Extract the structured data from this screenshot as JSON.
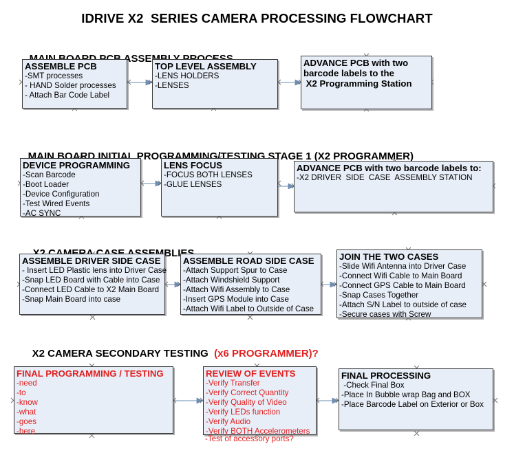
{
  "document": {
    "title": "IDRIVE X2  SERIES CAMERA PROCESSING FLOWCHART"
  },
  "sections": [
    {
      "id": "main-board-pcb-assembly",
      "heading": "MAIN BOARD PCB ASSEMBLY PROCESS",
      "heading_accent": "",
      "nodes": [
        {
          "id": "assemble-pcb",
          "title": "ASSEMBLE PCB",
          "lines": [
            "-SMT processes",
            "- HAND Solder processes",
            "- Attach Bar Code Label"
          ],
          "color": "black"
        },
        {
          "id": "top-level-assembly",
          "title": "TOP LEVEL ASSEMBLY",
          "lines": [
            "-LENS HOLDERS",
            "-LENSES"
          ],
          "color": "black"
        },
        {
          "id": "advance-pcb-to-x2-programming-station",
          "title": "ADVANCE PCB with two",
          "lines": [
            "barcode labels to the",
            " X2 Programming Station"
          ],
          "color": "black"
        }
      ]
    },
    {
      "id": "main-board-initial-programming",
      "heading": "MAIN BOARD INITIAL PROGRAMMING/TESTING STAGE 1 (X2 PROGRAMMER)",
      "heading_accent": "",
      "nodes": [
        {
          "id": "device-programming",
          "title": "DEVICE PROGRAMMING",
          "lines": [
            "-Scan Barcode",
            "-Boot Loader",
            "-Device Configuration",
            "-Test Wired Events",
            "-AC SYNC"
          ],
          "color": "black"
        },
        {
          "id": "lens-focus",
          "title": "LENS FOCUS",
          "lines": [
            "-FOCUS BOTH LENSES",
            "-GLUE LENSES"
          ],
          "color": "black"
        },
        {
          "id": "advance-pcb-to-driver-side-case-assembly",
          "title": "ADVANCE PCB with two barcode labels to:",
          "lines": [
            "-X2 DRIVER  SIDE  CASE  ASSEMBLY STATION"
          ],
          "color": "black"
        }
      ]
    },
    {
      "id": "x2-camera-case-assemblies",
      "heading": "X2 CAMERA CASE ASSEMBLIES",
      "heading_accent": "",
      "nodes": [
        {
          "id": "assemble-driver-side-case",
          "title": "ASSEMBLE DRIVER SIDE CASE",
          "lines": [
            "- Insert LED Plastic lens into Driver Case",
            "-Snap LED Board with Cable into Case",
            "-Connect LED Cable to X2 Main Board",
            "-Snap Main Board into case"
          ],
          "color": "black"
        },
        {
          "id": "assemble-road-side-case",
          "title": "ASSEMBLE ROAD SIDE CASE",
          "lines": [
            "-Attach Support Spur to Case",
            "-Attach Windshield Support",
            "-Attach Wifi Assembly to Case",
            "-Insert GPS Module into Case",
            "-Attach Wifi Label to Outside of Case"
          ],
          "color": "black"
        },
        {
          "id": "join-the-two-cases",
          "title": "JOIN THE TWO CASES",
          "lines": [
            "-Slide Wifi Antenna into Driver Case",
            "-Connect Wifi Cable to Main Board",
            "-Connect GPS Cable to Main Board",
            "-Snap Cases Together",
            "-Attach S/N Label to outside of case",
            "-Secure cases with Screw"
          ],
          "color": "black"
        }
      ]
    },
    {
      "id": "x2-camera-secondary-testing",
      "heading": "X2 CAMERA SECONDARY TESTING  ",
      "heading_accent": "(x6 PROGRAMMER)?",
      "nodes": [
        {
          "id": "final-programming-testing",
          "title": "FINAL PROGRAMMING / TESTING",
          "lines": [
            "-need",
            "-to",
            "-know",
            "-what",
            "-goes",
            "-here"
          ],
          "color": "red"
        },
        {
          "id": "review-of-events",
          "title": "REVIEW OF EVENTS",
          "lines": [
            "-Verify Transfer",
            "-Verify Correct Quantity",
            "-Verify Quality of Video",
            "-Verify LEDs function",
            "-Verify Audio",
            "-Verify BOTH Accelerometers"
          ],
          "overflow_line": "-Test of accessory ports?",
          "color": "red"
        },
        {
          "id": "final-processing",
          "title": "FINAL PROCESSING",
          "lines": [
            " -Check Final Box",
            "-Place In Bubble wrap Bag and BOX",
            "-Place Barcode Label on Exterior or Box"
          ],
          "color": "black"
        }
      ]
    }
  ],
  "style": {
    "node_fill": "#e8eef7",
    "node_border": "#3b3b3b",
    "connector_color": "#8fa9c6",
    "accent_red": "#e02020",
    "text_black": "#000000",
    "page_background": "#ffffff"
  },
  "connectors": [
    {
      "id": "assemble-pcb-to-top-level-assembly",
      "from": "assemble-pcb",
      "to": "top-level-assembly"
    },
    {
      "id": "top-level-assembly-to-advance-pcb",
      "from": "top-level-assembly",
      "to": "advance-pcb-to-x2-programming-station"
    },
    {
      "id": "device-programming-to-lens-focus",
      "from": "device-programming",
      "to": "lens-focus"
    },
    {
      "id": "lens-focus-to-advance-pcb-driver",
      "from": "lens-focus",
      "to": "advance-pcb-to-driver-side-case-assembly"
    },
    {
      "id": "driver-side-to-road-side",
      "from": "assemble-driver-side-case",
      "to": "assemble-road-side-case"
    },
    {
      "id": "road-side-to-join-cases",
      "from": "assemble-road-side-case",
      "to": "join-the-two-cases"
    },
    {
      "id": "final-programming-to-review",
      "from": "final-programming-testing",
      "to": "review-of-events"
    },
    {
      "id": "review-to-final-processing",
      "from": "review-of-events",
      "to": "final-processing"
    }
  ]
}
